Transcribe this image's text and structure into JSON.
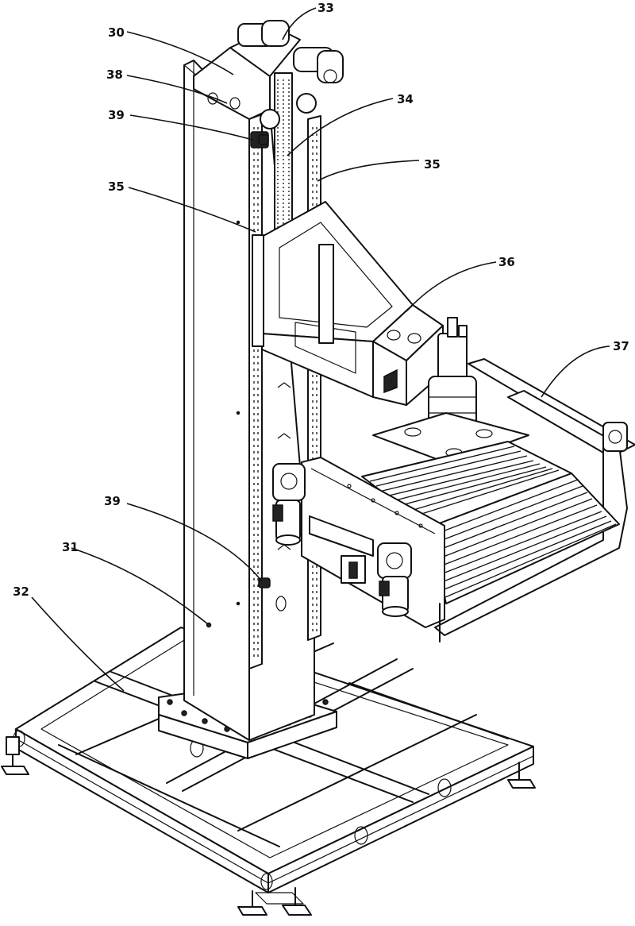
{
  "callouts": [
    {
      "id": "30",
      "label": "30"
    },
    {
      "id": "33",
      "label": "33"
    },
    {
      "id": "38",
      "label": "38"
    },
    {
      "id": "39-top",
      "label": "39"
    },
    {
      "id": "34",
      "label": "34"
    },
    {
      "id": "35-right",
      "label": "35"
    },
    {
      "id": "35-left",
      "label": "35"
    },
    {
      "id": "36",
      "label": "36"
    },
    {
      "id": "37",
      "label": "37"
    },
    {
      "id": "39-bottom",
      "label": "39"
    },
    {
      "id": "31",
      "label": "31"
    },
    {
      "id": "32",
      "label": "32"
    }
  ],
  "colors": {
    "line": "#111111",
    "background": "#ffffff"
  }
}
